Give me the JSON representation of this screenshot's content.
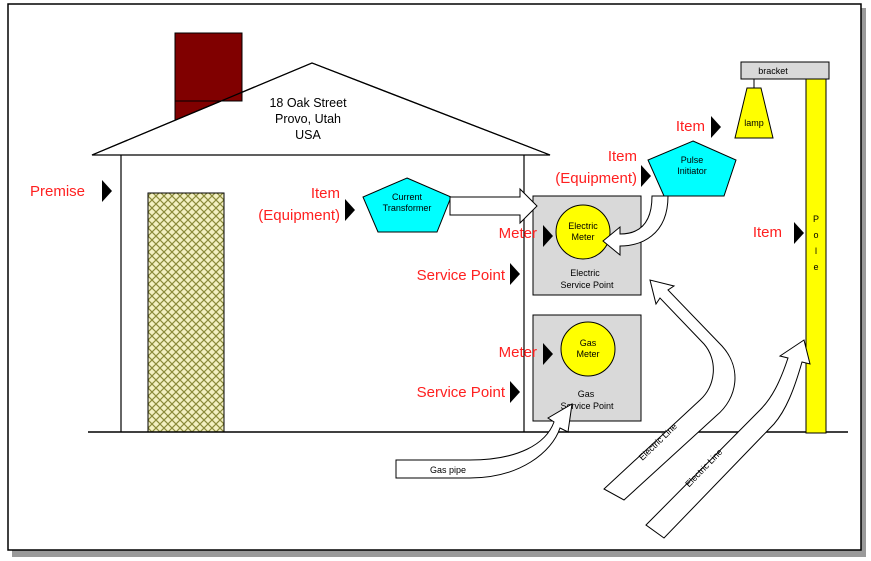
{
  "colors": {
    "chimney": "#800000",
    "door_pattern": "#8a8a3a",
    "door_bg": "#f3f0c2",
    "equipment": "#00ffff",
    "meter": "#ffff00",
    "service_box": "#d9d9d9",
    "pole": "#ffff00",
    "label": "#ff2020"
  },
  "house": {
    "address_line1": "18 Oak Street",
    "address_line2": "Provo, Utah",
    "address_line3": "USA"
  },
  "labels": {
    "premise": "Premise",
    "item_ct_line1": "Item",
    "item_ct_line2": "(Equipment)",
    "item_pulse_line1": "Item",
    "item_pulse_line2": "(Equipment)",
    "item_lamp": "Item",
    "item_pole": "Item",
    "meter_electric": "Meter",
    "meter_gas": "Meter",
    "service_point_electric": "Service Point",
    "service_point_gas": "Service Point"
  },
  "equipment": {
    "current_transformer_line1": "Current",
    "current_transformer_line2": "Transformer",
    "pulse_initiator_line1": "Pulse",
    "pulse_initiator_line2": "Initiator"
  },
  "meters": {
    "electric_line1": "Electric",
    "electric_line2": "Meter",
    "gas_line1": "Gas",
    "gas_line2": "Meter"
  },
  "service_points": {
    "electric_line1": "Electric",
    "electric_line2": "Service Point",
    "gas_line1": "Gas",
    "gas_line2": "Service Point"
  },
  "pole": {
    "bracket": "bracket",
    "lamp": "lamp",
    "pole_letters": [
      "P",
      "o",
      "l",
      "e"
    ]
  },
  "lines": {
    "gas_pipe": "Gas pipe",
    "electric_line_1": "Electric Line",
    "electric_line_2": "Electric Line"
  }
}
